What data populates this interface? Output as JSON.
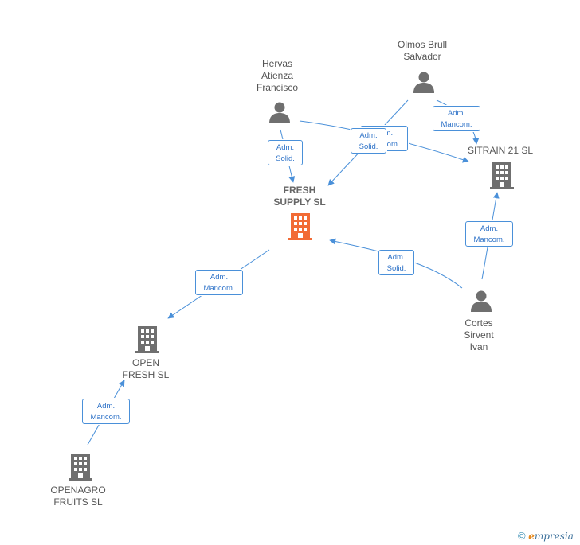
{
  "nodes": {
    "hervas": {
      "lines": [
        "Hervas",
        "Atienza",
        "Francisco"
      ]
    },
    "olmos": {
      "lines": [
        "Olmos Brull",
        "Salvador"
      ]
    },
    "sitrain": {
      "lines": [
        "SITRAIN 21 SL"
      ]
    },
    "fresh_supply": {
      "lines": [
        "FRESH",
        "SUPPLY  SL"
      ]
    },
    "cortes": {
      "lines": [
        "Cortes",
        "Sirvent",
        "Ivan"
      ]
    },
    "open_fresh": {
      "lines": [
        "OPEN",
        "FRESH  SL"
      ]
    },
    "openagro": {
      "lines": [
        "OPENAGRO",
        "FRUITS  SL"
      ]
    }
  },
  "edges": [
    {
      "id": "hervas-fresh",
      "lines": [
        "Adm.",
        "Solid."
      ]
    },
    {
      "id": "hervas-sitrain-under",
      "lines": [
        "Adm.",
        "Mancom."
      ]
    },
    {
      "id": "olmos-fresh",
      "lines": [
        "Adm.",
        "Solid."
      ]
    },
    {
      "id": "olmos-sitrain",
      "lines": [
        "Adm.",
        "Mancom."
      ]
    },
    {
      "id": "cortes-sitrain",
      "lines": [
        "Adm.",
        "Mancom."
      ]
    },
    {
      "id": "cortes-fresh",
      "lines": [
        "Adm.",
        "Solid."
      ]
    },
    {
      "id": "fresh-open",
      "lines": [
        "Adm.",
        "Mancom."
      ]
    },
    {
      "id": "openagro-open",
      "lines": [
        "Adm.",
        "Mancom."
      ]
    }
  ],
  "colors": {
    "edge": "#4a90d9",
    "person": "#6f6f6f",
    "company": "#6f6f6f",
    "focus_company": "#f26b35"
  },
  "footer": {
    "symbol": "©",
    "brand_first": "e",
    "brand_rest": "mpresia"
  }
}
